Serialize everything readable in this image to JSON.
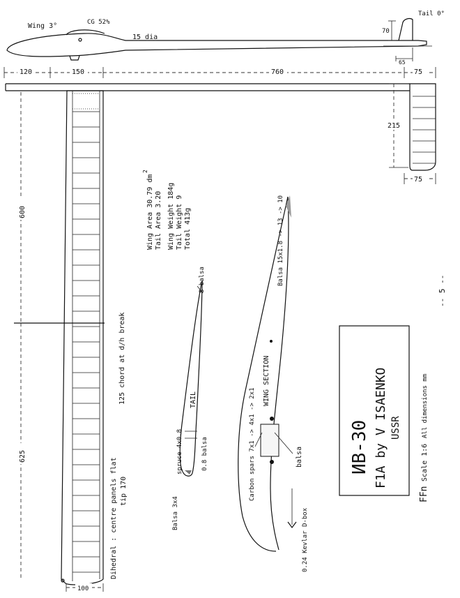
{
  "side_view": {
    "wing_incidence": "Wing 3°",
    "cg": "CG 52%",
    "boom_dia": "15 dia",
    "fin_height": "70",
    "fin_offset": "65",
    "tail_incidence": "Tail 0°"
  },
  "plan_dims": {
    "tip_chord_offset": "120",
    "root_chord": "150",
    "fuselage_length": "760",
    "tail_chord": "75",
    "tail_span": "215",
    "tail_chord_bottom": "75",
    "outer_panel": "600",
    "centre_panel": "625",
    "tip_chord": "100"
  },
  "notes": {
    "break_chord": "125 chord at d/h break",
    "dihedral_line1": "Dihedral : centre panels flat",
    "dihedral_line2": "tip 170"
  },
  "specs": {
    "wing_area": "Wing Area 30.79 dm",
    "wing_area_sup": "2",
    "tail_area": "Tail Area  3.20",
    "wing_weight": "Wing Weight 184g",
    "tail_weight": "Tail Weight    9",
    "total": "Total        413g"
  },
  "tail_section": {
    "trailing": "8 balsa",
    "spar": "spruce 4x0.8",
    "name": "TAIL",
    "sheet": "0.8 balsa",
    "leading": "Balsa 3x4"
  },
  "wing_section": {
    "trailing": "Balsa 15x1.8 -> 13 -> 10",
    "spars": "Carbon spars 7x1 -> 4x1 -> 2x1",
    "name": "WING SECTION",
    "core": "balsa",
    "dbox": "0.24 Kevlar D-box"
  },
  "title_block": {
    "model": "ИВ-30",
    "designer": "F1A by V ISAENKO",
    "country": "USSR"
  },
  "footer": {
    "ffn": "FFn",
    "scale": "Scale 1:6",
    "units": "All dimensions mm",
    "page": "-- 5 --"
  }
}
